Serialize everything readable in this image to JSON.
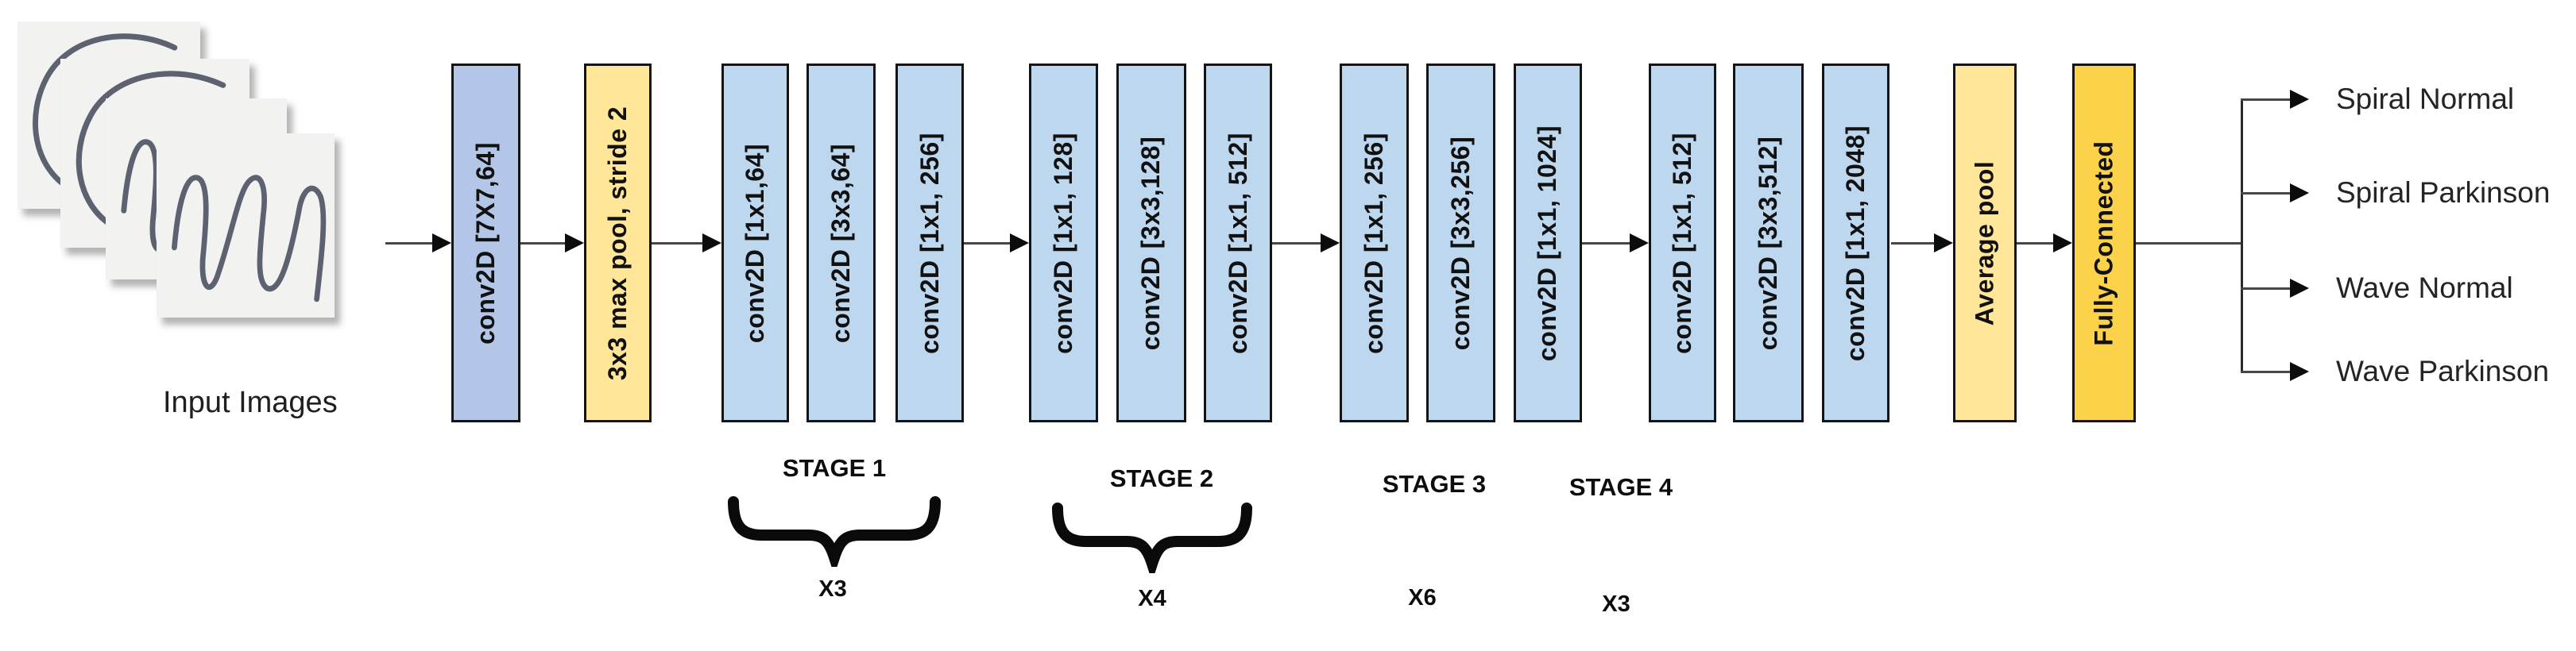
{
  "diagram": {
    "input": {
      "label": "Input Images",
      "cards": [
        "spiral",
        "spiral",
        "wave",
        "wave"
      ]
    },
    "stem": [
      {
        "label": "conv2D [7X7,64]",
        "fill": "periwinkle"
      },
      {
        "label": "3x3 max pool, stride 2",
        "fill": "pale_yellow"
      }
    ],
    "stages": [
      {
        "name": "STAGE 1",
        "multiplier": "X3",
        "brace": true,
        "blocks": [
          "conv2D [1x1,64]",
          "conv2D [3x3,64]",
          "conv2D [1x1, 256]"
        ]
      },
      {
        "name": "STAGE 2",
        "multiplier": "X4",
        "brace": true,
        "blocks": [
          "conv2D [1x1, 128]",
          "conv2D [3x3,128]",
          "conv2D [1x1, 512]"
        ]
      },
      {
        "name": "STAGE 3",
        "multiplier": "X6",
        "brace": false,
        "blocks": [
          "conv2D [1x1, 256]",
          "conv2D [3x3,256]",
          "conv2D [1x1, 1024]"
        ]
      },
      {
        "name": "STAGE 4",
        "multiplier": "X3",
        "brace": false,
        "blocks": [
          "conv2D [1x1, 512]",
          "conv2D [3x3,512]",
          "conv2D [1x1, 2048]"
        ]
      }
    ],
    "head": [
      {
        "label": "Average pool",
        "fill": "pale_yellow"
      },
      {
        "label": "Fully-Connected",
        "fill": "gold"
      }
    ],
    "outputs": [
      "Spiral Normal",
      "Spiral Parkinson",
      "Wave Normal",
      "Wave Parkinson"
    ],
    "colors": {
      "periwinkle": "#b4c6e7",
      "stage_blue": "#bdd7ee",
      "pale_yellow": "#ffe699",
      "gold": "#fbd24a",
      "border": "#141414",
      "arrow": "#0c0c0c",
      "text": "#111111",
      "paper": "#f2f2f0",
      "background": "#ffffff"
    }
  }
}
